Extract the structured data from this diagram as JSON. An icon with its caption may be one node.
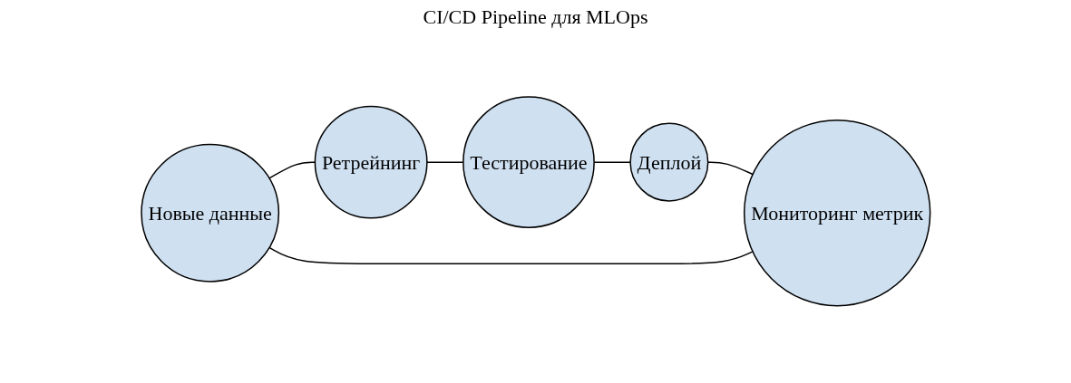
{
  "diagram": {
    "title": "CI/CD Pipeline для MLOps",
    "nodes": [
      {
        "text": [
          "Новые данные"
        ]
      },
      {
        "text": [
          "Ретрейнинг"
        ]
      },
      {
        "text": [
          "Тестирование"
        ]
      },
      {
        "text": [
          "Деплой"
        ]
      },
      {
        "text": [
          "Мониторинг метрик"
        ]
      }
    ],
    "edges": [
      {
        "from": 0,
        "to": 1,
        "arrow": "none"
      },
      {
        "from": 1,
        "to": 2,
        "arrow": "none"
      },
      {
        "from": 2,
        "to": 3,
        "arrow": "none"
      },
      {
        "from": 3,
        "to": 4,
        "arrow": "none"
      },
      {
        "from": 0,
        "to": 4,
        "arrow": "none"
      }
    ]
  }
}
